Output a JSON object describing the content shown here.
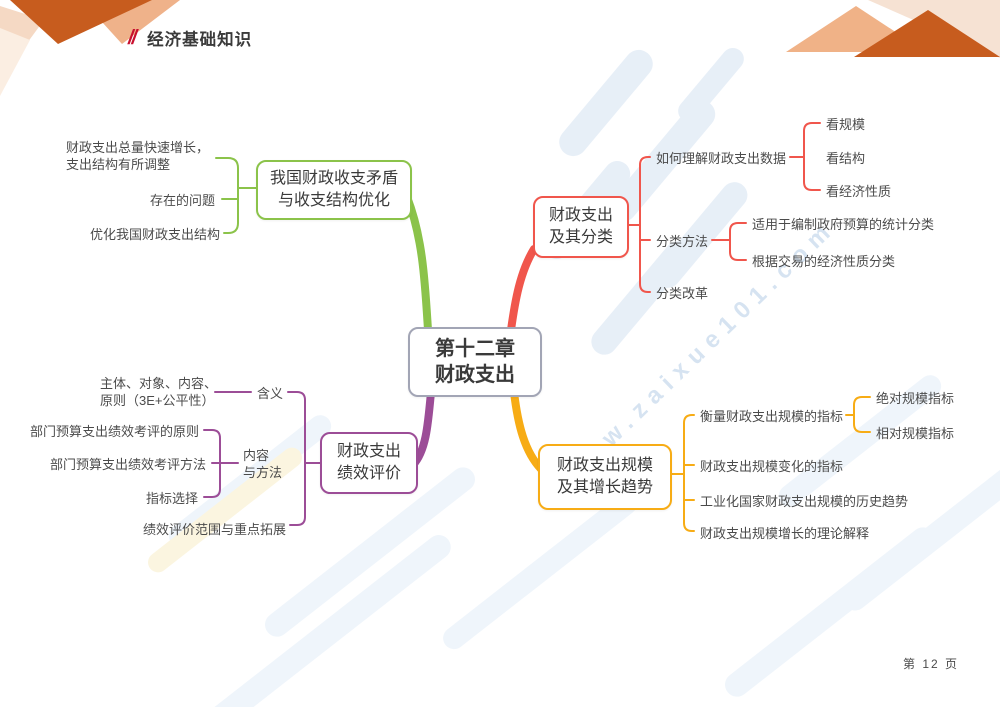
{
  "header": {
    "slashes": "//",
    "title": "经济基础知识"
  },
  "footer": {
    "page_label": "第 12 页"
  },
  "watermark": {
    "url_text": "www.zaixue101.com"
  },
  "colors": {
    "green": "#8bc34a",
    "red": "#f0564c",
    "purple": "#9c4d97",
    "yellow": "#f7ac15",
    "center_border": "#a2a5b5",
    "header_accent": "#c8102e",
    "corner_dark_orange": "#c75c1e",
    "corner_peach": "#efb28a",
    "corner_light": "#f6e2d3",
    "watermark_blue": "#d5e2f2"
  },
  "mindmap": {
    "center_label": "第十二章\n财政支出",
    "top_left_branch": {
      "node_label": "我国财政收支矛盾\n与收支结构优化",
      "children": {
        "total_growth": "财政支出总量快速增长，\n支出结构有所调整",
        "problems": "存在的问题",
        "optimize": "优化我国财政支出结构"
      }
    },
    "top_right_branch": {
      "node_label": "财政支出\n及其分类",
      "children": {
        "understand_data": "如何理解财政支出数据",
        "understand_data_items": {
          "scale": "看规模",
          "structure": "看结构",
          "economic_nature": "看经济性质"
        },
        "classification_methods": "分类方法",
        "classification_methods_items": {
          "budget_statistical": "适用于编制政府预算的统计分类",
          "transaction_nature": "根据交易的经济性质分类"
        },
        "classification_reform": "分类改革"
      }
    },
    "bottom_left_branch": {
      "node_label": "财政支出\n绩效评价",
      "children": {
        "meaning": "含义",
        "meaning_detail": "主体、对象、内容、\n原则（3E+公平性）",
        "content_method": "内容\n与方法",
        "content_method_items": {
          "principles": "部门预算支出绩效考评的原则",
          "methods": "部门预算支出绩效考评方法",
          "indicator_selection": "指标选择"
        },
        "scope_expansion": "绩效评价范围与重点拓展"
      }
    },
    "bottom_right_branch": {
      "node_label": "财政支出规模\n及其增长趋势",
      "children": {
        "measure_indicators": "衡量财政支出规模的指标",
        "measure_indicators_items": {
          "absolute": "绝对规模指标",
          "relative": "相对规模指标"
        },
        "change_indicators": "财政支出规模变化的指标",
        "historical_trend": "工业化国家财政支出规模的历史趋势",
        "theoretical_explanation": "财政支出规模增长的理论解释"
      }
    }
  }
}
